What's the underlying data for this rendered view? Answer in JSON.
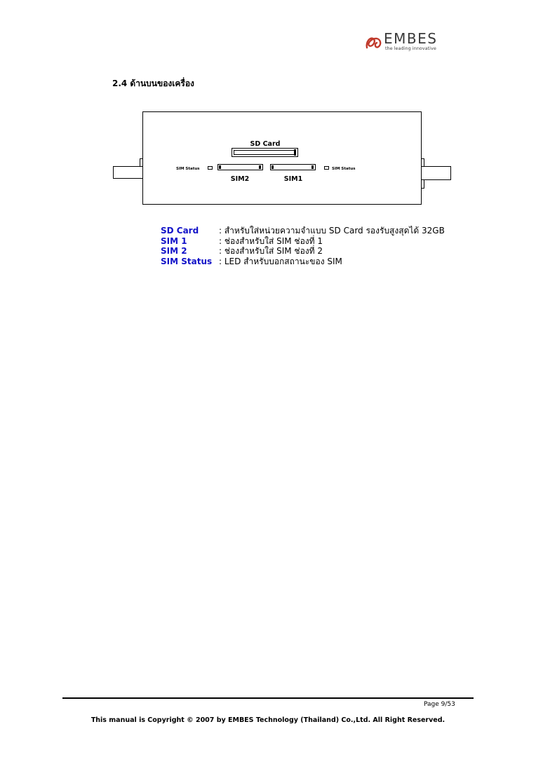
{
  "header": {
    "logo_name": "EMBES",
    "logo_tagline": "the leading innovative",
    "logo_color": "#c0392b"
  },
  "section": {
    "heading": "2.4 ด้านบนของเครื่อง"
  },
  "diagram": {
    "sd_card_label": "SD Card",
    "sim2_label": "SIM2",
    "sim1_label": "SIM1",
    "sim_status_left_label": "SIM Status",
    "sim_status_right_label": "SIM Status"
  },
  "legend": {
    "term_color": "#1212c8",
    "items": [
      {
        "term": "SD Card",
        "desc": ": สำหรับใส่หน่วยความจำแบบ SD Card รองรับสูงสุดได้ 32GB"
      },
      {
        "term": "SIM 1",
        "desc": ": ช่องสำหรับใส่ SIM ช่องที่ 1"
      },
      {
        "term": "SIM 2",
        "desc": ": ช่องสำหรับใส่ SIM ช่องที่ 2"
      },
      {
        "term": "SIM Status",
        "desc": ": LED สำหรับบอกสถานะของ SIM"
      }
    ]
  },
  "footer": {
    "page_label": "Page 9/53",
    "copyright": "This manual is Copyright © 2007 by EMBES Technology (Thailand) Co.,Ltd. All Right Reserved."
  }
}
